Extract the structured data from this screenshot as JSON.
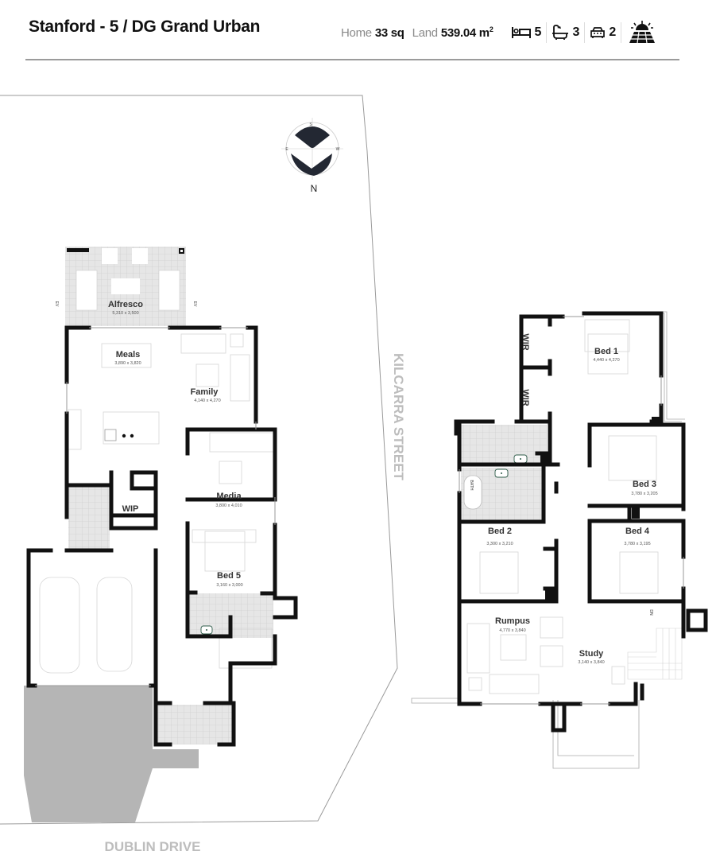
{
  "header": {
    "title": "Stanford - 5 / DG Grand Urban",
    "home_label": "Home",
    "home_value": "33 sq",
    "land_label": "Land",
    "land_value": "539.04 m",
    "land_unit_sup": "2",
    "bedrooms": "5",
    "bathrooms": "3",
    "garage": "2",
    "icons": [
      "bed-icon",
      "bath-icon",
      "car-icon",
      "solar-panel-icon"
    ]
  },
  "compass": {
    "north_label": "N",
    "s_label": "S",
    "e_label": "E",
    "w_label": "W"
  },
  "streets": {
    "side": "KILCARRA STREET",
    "front": "DUBLIN DRIVE"
  },
  "ground_floor": {
    "rooms": [
      {
        "name": "Alfresco",
        "dims": "5,310 x 3,500"
      },
      {
        "name": "Meals",
        "dims": "3,890 x 3,820"
      },
      {
        "name": "Family",
        "dims": "4,140 x 4,270"
      },
      {
        "name": "Media",
        "dims": "3,800 x 4,010"
      },
      {
        "name": "WIP",
        "dims": ""
      },
      {
        "name": "Bed 5",
        "dims": "3,160 x 3,000"
      }
    ],
    "ev_label": "EV"
  },
  "first_floor": {
    "rooms": [
      {
        "name": "Bed 1",
        "dims": "4,440 x 4,270"
      },
      {
        "name": "WIR",
        "dims": ""
      },
      {
        "name": "WIR",
        "dims": ""
      },
      {
        "name": "Bed 3",
        "dims": "3,780 x 3,205"
      },
      {
        "name": "Bed 2",
        "dims": "3,300 x 3,210"
      },
      {
        "name": "Bed 4",
        "dims": "3,780 x 3,195"
      },
      {
        "name": "Rumpus",
        "dims": "4,770 x 3,840"
      },
      {
        "name": "Study",
        "dims": "3,140 x 3,840"
      }
    ],
    "bath_label": "BATH",
    "stair_label": "DN"
  },
  "colors": {
    "wall": "#111111",
    "tile": "#e6e6e6",
    "driveway": "#b5b5b5",
    "street_text": "#bdbdbd",
    "rule": "#9b9b9b",
    "muted_text": "#8a8a8a"
  }
}
